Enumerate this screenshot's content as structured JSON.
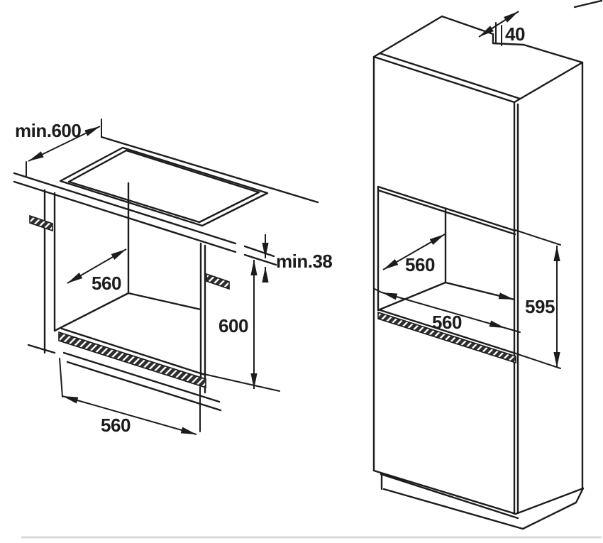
{
  "figure": {
    "type": "appliance-installation-dimension-diagram",
    "background_color": "#ffffff",
    "line_color": "#1c1c1c",
    "hatch_color": "#2e2e2e",
    "scan_artifact_color": "#d8d8d8",
    "unit_system": "millimetres (implied, not labelled)"
  },
  "left_panel": {
    "name": "built-under-worktop-installation-view",
    "labels": {
      "worktop_depth": "min.600",
      "worktop_thickness": "min.38",
      "niche_depth": "560",
      "niche_height": "600",
      "niche_width": "560"
    }
  },
  "right_panel": {
    "name": "tall-cabinet-installation-view",
    "labels": {
      "rear_gap": "40",
      "niche_depth": "560",
      "niche_width": "560",
      "niche_height": "595"
    }
  }
}
